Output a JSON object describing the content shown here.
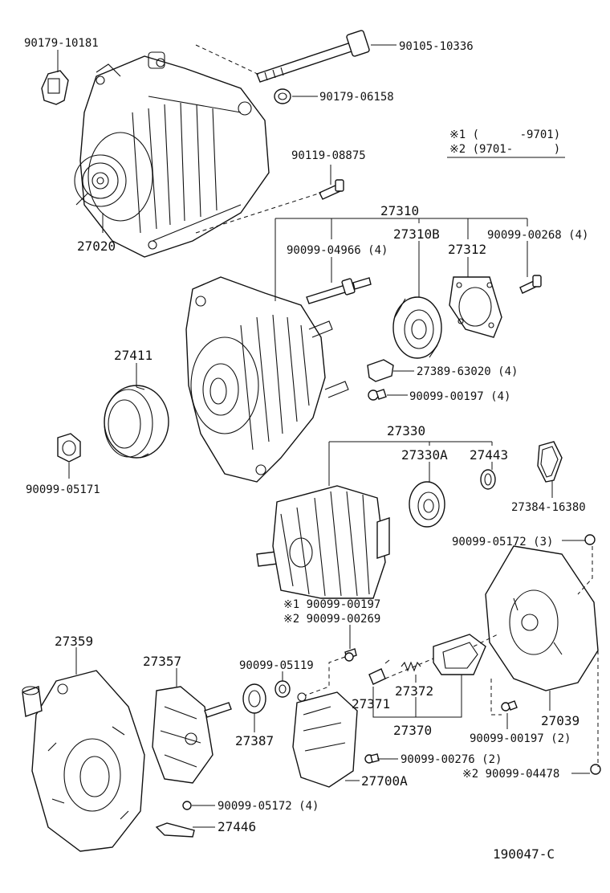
{
  "diagram": {
    "code": "190047-C",
    "legend": {
      "note1": "※1 (      -9701)",
      "note2": "※2 (9701-      )"
    },
    "callouts": [
      "90179-10181",
      "90105-10336",
      "90179-06158",
      "90119-08875",
      "27020",
      "27310",
      "27310B",
      "90099-00268 (4)",
      "90099-04966 (4)",
      "27312",
      "27411",
      "27389-63020 (4)",
      "90099-00197 (4)",
      "90099-05171",
      "27330",
      "27330A",
      "27443",
      "27384-16380",
      "90099-05172 (3)",
      "※1 90099-00197",
      "※2 90099-00269",
      "27359",
      "27357",
      "90099-05119",
      "27387",
      "27371",
      "27372",
      "27370",
      "27039",
      "90099-00197 (2)",
      "90099-00276 (2)",
      "27700A",
      "※2 90099-04478",
      "90099-05172 (4)",
      "27446"
    ]
  }
}
